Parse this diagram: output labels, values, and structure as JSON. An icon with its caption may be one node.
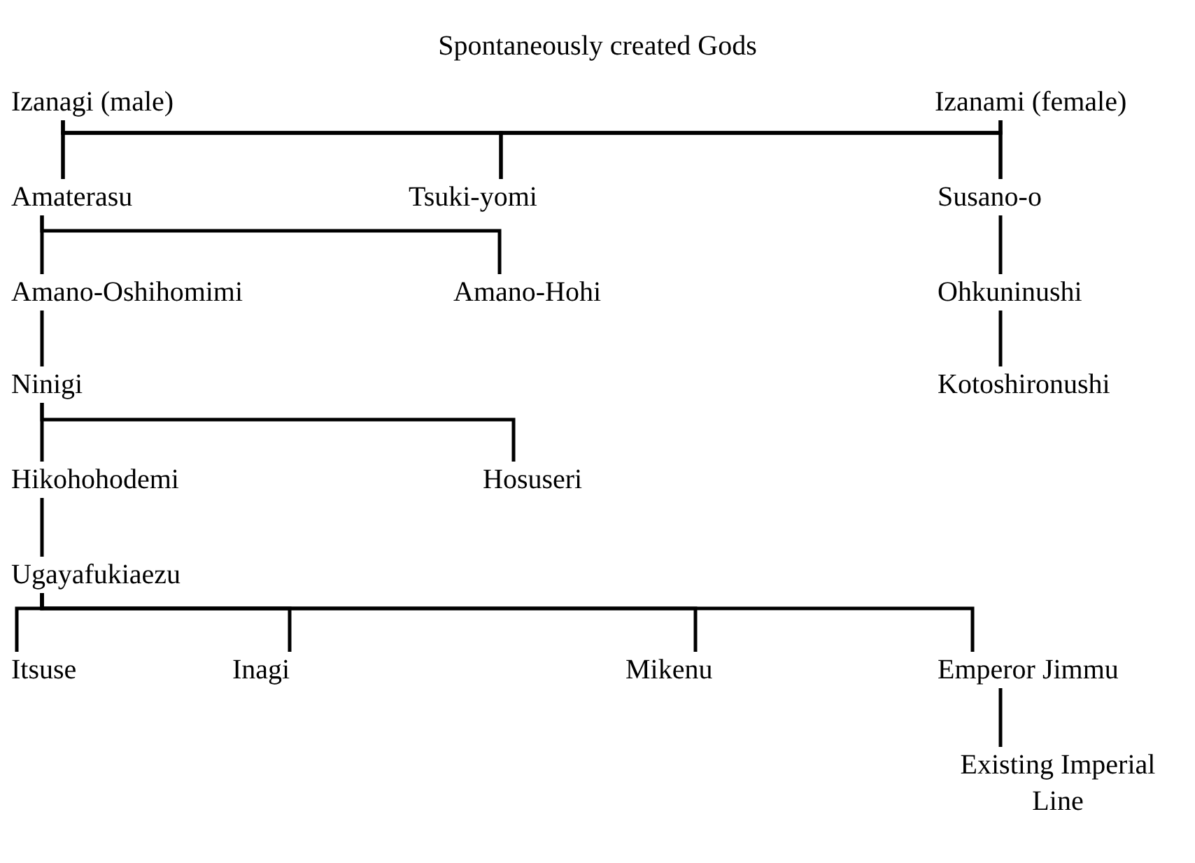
{
  "diagram": {
    "title": "Spontaneously created Gods",
    "nodes": [
      {
        "text": [
          "Izanagi (male)"
        ]
      },
      {
        "text": [
          "Izanami (female)"
        ]
      },
      {
        "text": [
          "Amaterasu"
        ]
      },
      {
        "text": [
          "Tsuki-yomi"
        ]
      },
      {
        "text": [
          "Susano-o"
        ]
      },
      {
        "text": [
          "Amano-Oshihomimi"
        ]
      },
      {
        "text": [
          "Amano-Hohi"
        ]
      },
      {
        "text": [
          "Ohkuninushi"
        ]
      },
      {
        "text": [
          "Ninigi"
        ]
      },
      {
        "text": [
          "Kotoshironushi"
        ]
      },
      {
        "text": [
          "Hikohohodemi"
        ]
      },
      {
        "text": [
          "Hosuseri"
        ]
      },
      {
        "text": [
          "Ugayafukiaezu"
        ]
      },
      {
        "text": [
          "Itsuse"
        ]
      },
      {
        "text": [
          "Inagi"
        ]
      },
      {
        "text": [
          "Mikenu"
        ]
      },
      {
        "text": [
          "Emperor Jimmu"
        ]
      },
      {
        "text": [
          "Existing Imperial Line"
        ]
      }
    ],
    "edges": [
      {
        "from": 0,
        "to": 2,
        "arrow": "none"
      },
      {
        "from": 0,
        "to": 3,
        "arrow": "none"
      },
      {
        "from": 0,
        "to": 4,
        "arrow": "none"
      },
      {
        "from": 1,
        "to": 2,
        "arrow": "none"
      },
      {
        "from": 1,
        "to": 3,
        "arrow": "none"
      },
      {
        "from": 1,
        "to": 4,
        "arrow": "none"
      },
      {
        "from": 2,
        "to": 5,
        "arrow": "none"
      },
      {
        "from": 2,
        "to": 6,
        "arrow": "none"
      },
      {
        "from": 4,
        "to": 7,
        "arrow": "none"
      },
      {
        "from": 7,
        "to": 9,
        "arrow": "none"
      },
      {
        "from": 5,
        "to": 8,
        "arrow": "none"
      },
      {
        "from": 8,
        "to": 10,
        "arrow": "none"
      },
      {
        "from": 8,
        "to": 11,
        "arrow": "none"
      },
      {
        "from": 10,
        "to": 12,
        "arrow": "none"
      },
      {
        "from": 12,
        "to": 13,
        "arrow": "none"
      },
      {
        "from": 12,
        "to": 14,
        "arrow": "none"
      },
      {
        "from": 12,
        "to": 15,
        "arrow": "none"
      },
      {
        "from": 12,
        "to": 16,
        "arrow": "none"
      },
      {
        "from": 16,
        "to": 17,
        "arrow": "none"
      }
    ]
  }
}
